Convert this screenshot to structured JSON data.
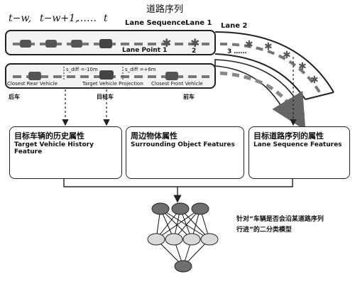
{
  "header": {
    "title": "道路序列",
    "time_t_w": "t−w,",
    "time_t_w1": "t−w+1,",
    "time_dots": "……",
    "time_t": "t",
    "lane_sequence": "Lane Sequence:",
    "lane1": "Lane 1",
    "lane2": "Lane 2"
  },
  "lanes": {
    "lane_point": "Lane Point 1",
    "num2": "2",
    "num3": "3 ……",
    "s_diff_rear": "s_diff =-10m",
    "s_diff_front": "s_diff =+6m",
    "closest_rear": "Closest Rear Vehicle",
    "target_projection": "Target Vehicle Projection",
    "closest_front": "Closest Front Vehicle",
    "rear_cn": "后车",
    "target_cn": "目标车",
    "front_cn": "前车"
  },
  "features": [
    {
      "cn": "目标车辆的历史属性",
      "en": "Target Vehicle History Feature"
    },
    {
      "cn": "周边物体属性",
      "en": "Surrounding Object Features"
    },
    {
      "cn": "目标道路序列的属性",
      "en": "Lane Sequence Features"
    }
  ],
  "network": {
    "label_line1": "针对“车辆是否会沿某道路序列",
    "label_line2": "行进”的二分类模型"
  },
  "colors": {
    "stroke": "#222222",
    "car": "#555555",
    "node": "#6f6f6f",
    "node_light": "#d9d9d9",
    "lane_fill": "#f4f4f4"
  }
}
